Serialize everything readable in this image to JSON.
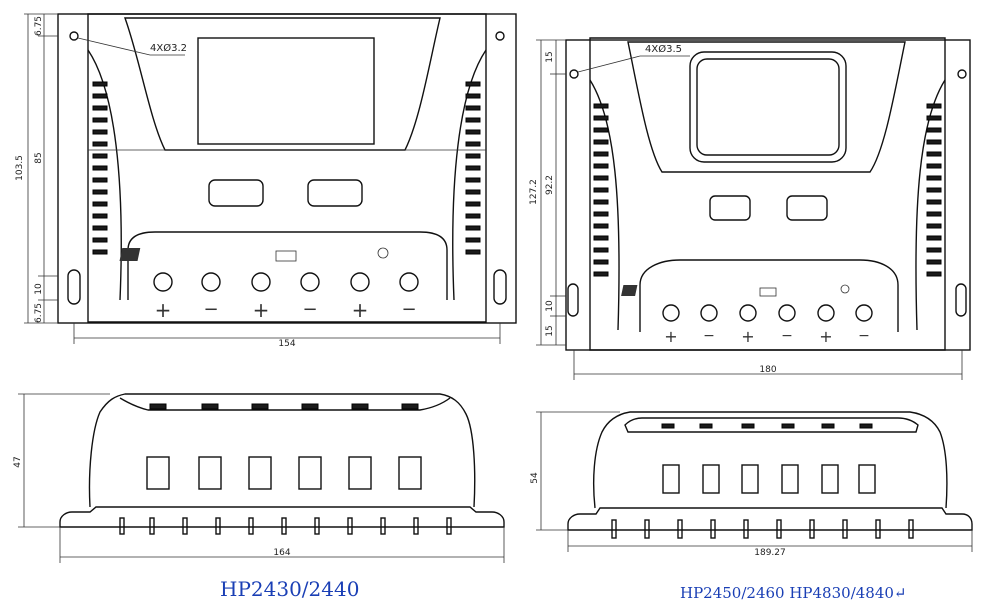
{
  "drawings": {
    "top_left": {
      "hole_note": "4XØ3.2",
      "dims": {
        "offset_top": "6.75",
        "height": "103.5",
        "mid": "85",
        "slot": "10",
        "offset_bottom": "6.75",
        "width": "154"
      }
    },
    "top_right": {
      "hole_note": "4XØ3.5",
      "dims": {
        "offset_top": "15",
        "height": "127.2",
        "mid": "92.2",
        "slot": "10",
        "offset_bottom": "15",
        "width": "180"
      }
    },
    "bottom_left": {
      "dims": {
        "height": "47",
        "width": "164"
      }
    },
    "bottom_right": {
      "dims": {
        "height": "54",
        "width": "189.27"
      }
    }
  },
  "terminal_symbols": {
    "plus": "+",
    "minus": "−"
  },
  "captions": {
    "left": "HP2430/2440",
    "right": "HP2450/2460 HP4830/4840↵"
  },
  "colors": {
    "caption": "#1a3fb5",
    "lines": "#111111"
  }
}
